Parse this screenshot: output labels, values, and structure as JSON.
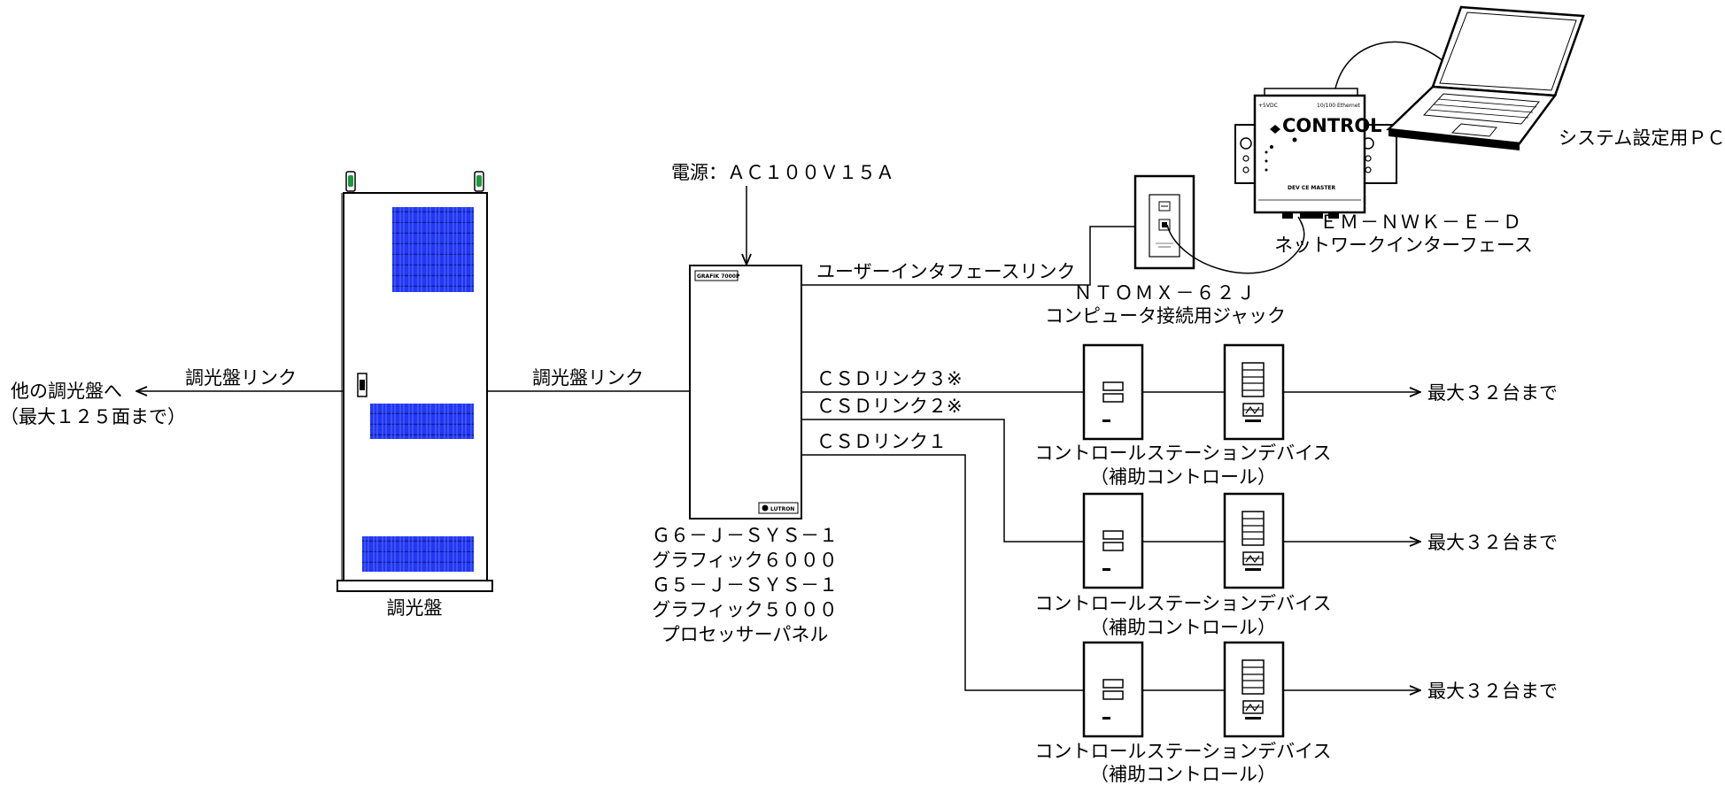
{
  "cabinet": {
    "name": "調光盤",
    "link_left": "調光盤リンク",
    "link_right": "調光盤リンク",
    "to_other": "他の調光盤へ",
    "max_other": "（最大１２５面まで）"
  },
  "power": {
    "label": "電源：ＡＣ１００Ｖ１５Ａ"
  },
  "processor": {
    "badge": "GRAFIK 7000P",
    "logo": "LUTRON",
    "lines": [
      "Ｇ６－Ｊ－ＳＹＳ－１",
      "グラフィック６０００",
      "Ｇ５－Ｊ－ＳＹＳ－１",
      "グラフィック５０００",
      "プロセッサーパネル"
    ]
  },
  "ui_link": {
    "label": "ユーザーインタフェースリンク"
  },
  "jack": {
    "model": "ＮＴＯＭＸ－６２Ｊ",
    "desc": "コンピュータ接続用ジャック"
  },
  "network": {
    "model": "ＥＭ－ＮＷＫ－Ｅ－Ｄ",
    "desc": "ネットワークインターフェース",
    "brand": "CONTROL",
    "device_label": "DEV CE MASTER",
    "top_left_text": "+5VDC",
    "top_right_text": "10/100 Ethernet"
  },
  "pc": {
    "label": "システム設定用ＰＣ"
  },
  "csd_links": [
    {
      "label": "ＣＳＤリンク３※",
      "max": "最大３２台まで",
      "station": "コントロールステーションデバイス",
      "station_sub": "（補助コントロール）"
    },
    {
      "label": "ＣＳＤリンク２※",
      "max": "最大３２台まで",
      "station": "コントロールステーションデバイス",
      "station_sub": "（補助コントロール）"
    },
    {
      "label": "ＣＳＤリンク１",
      "max": "最大３２台まで",
      "station": "コントロールステーションデバイス",
      "station_sub": "（補助コントロール）"
    }
  ],
  "colors": {
    "vent": "#1f35f0",
    "handle": "#1a9a3a",
    "line": "#000000"
  }
}
